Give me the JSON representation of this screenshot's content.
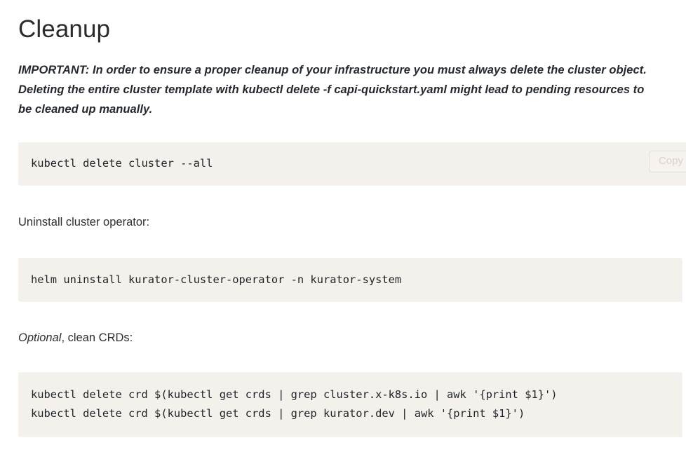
{
  "page": {
    "title": "Cleanup",
    "notice": "IMPORTANT: In order to ensure a proper cleanup of your infrastructure you must always delete the cluster object. Deleting the entire cluster template with kubectl delete -f capi-quickstart.yaml might lead to pending resources to be cleaned up manually.",
    "paragraphs": {
      "uninstall": "Uninstall cluster operator:",
      "optional_emphasis": "Optional",
      "optional_rest": ", clean CRDs:"
    }
  },
  "code_blocks": [
    {
      "id": "code-block-1",
      "lines": [
        "kubectl delete cluster --all"
      ],
      "copy_label": "Copy"
    },
    {
      "id": "code-block-2",
      "lines": [
        "helm uninstall kurator-cluster-operator -n kurator-system"
      ]
    },
    {
      "id": "code-block-3",
      "lines": [
        "kubectl delete crd $(kubectl get crds | grep cluster.x-k8s.io | awk '{print $1}')",
        "kubectl delete crd $(kubectl get crds | grep kurator.dev | awk '{print $1}')"
      ]
    }
  ],
  "colors": {
    "background": "#ffffff",
    "text": "#2b2b2b",
    "code_background": "#f4f0ec",
    "code_text": "#1f2328"
  }
}
